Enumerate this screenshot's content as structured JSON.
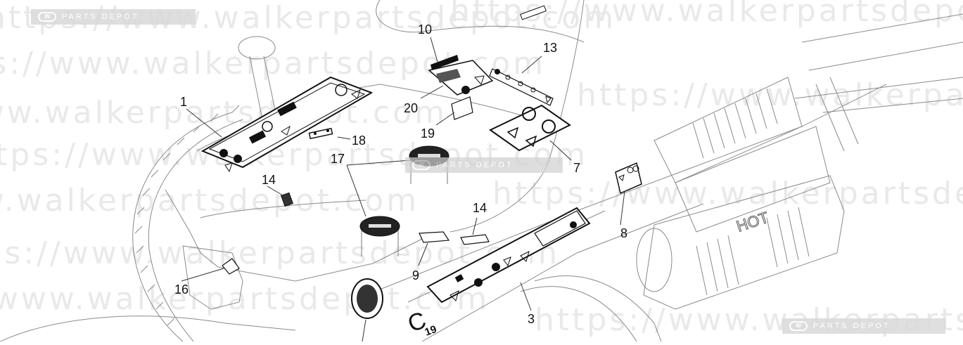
{
  "watermark": {
    "url_text": "https://www.walkerpartsdepot.com",
    "badge_logo": "W",
    "badge_text": "PARTS DEPOT"
  },
  "callouts": [
    "1",
    "3",
    "7",
    "8",
    "9",
    "10",
    "13",
    "14",
    "14",
    "16",
    "17",
    "18",
    "19",
    "20"
  ],
  "decal_text": {
    "hot": "HOT",
    "c_mark": "C",
    "c_sub": "19"
  },
  "colors": {
    "line": "#777777",
    "decal": "#111111",
    "watermark": "#e6e6e6"
  }
}
